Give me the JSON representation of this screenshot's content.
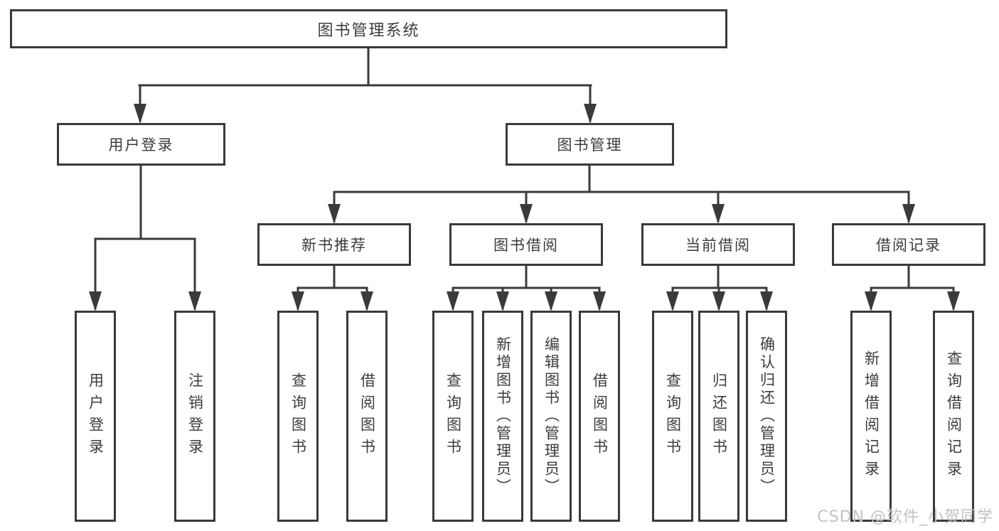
{
  "diagram": {
    "title": "图书管理系统",
    "root": {
      "label": "图书管理系统"
    },
    "branches": [
      {
        "label": "用户登录",
        "children": [
          {
            "label": "用户登录"
          },
          {
            "label": "注销登录"
          }
        ]
      },
      {
        "label": "图书管理",
        "children": [
          {
            "label": "新书推荐",
            "children": [
              {
                "label": "查询图书"
              },
              {
                "label": "借阅图书"
              }
            ]
          },
          {
            "label": "图书借阅",
            "children": [
              {
                "label": "查询图书"
              },
              {
                "label": "新增图书（管理员）"
              },
              {
                "label": "编辑图书（管理员）"
              },
              {
                "label": "借阅图书"
              }
            ]
          },
          {
            "label": "当前借阅",
            "children": [
              {
                "label": "查询图书"
              },
              {
                "label": "归还图书"
              },
              {
                "label": "确认归还（管理员）"
              }
            ]
          },
          {
            "label": "借阅记录",
            "children": [
              {
                "label": "新增借阅记录"
              },
              {
                "label": "查询借阅记录"
              }
            ]
          }
        ]
      }
    ]
  },
  "watermark": {
    "text": "CSDN @软件_小贺同学"
  },
  "colors": {
    "line": "#3a3a3a",
    "text": "#3c3c3c",
    "background": "#ffffff",
    "watermark": "#c2c2c2"
  }
}
